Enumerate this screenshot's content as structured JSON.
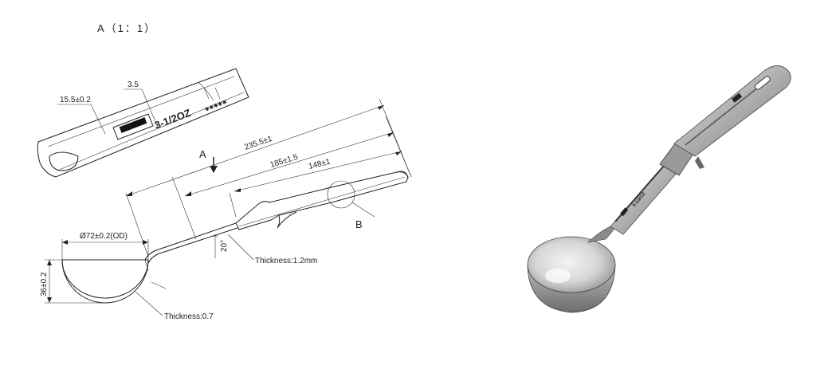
{
  "drawing": {
    "view_label": "A（1：1）",
    "section_label": "A",
    "detail_label": "B",
    "dimensions": {
      "handle_width": "15.5±0.2",
      "stamp_offset": "3.5",
      "overall_length": "235.5±1",
      "length_2": "185±1.5",
      "length_3": "148±1",
      "angle": "20°",
      "bowl_diameter": "Ø72±0.2(OD)",
      "bowl_depth": "36±0.2"
    },
    "notes": {
      "handle_thickness": "Thickness:1.2mm",
      "bowl_thickness": "Thickness:0.7"
    },
    "engraving": {
      "size_mark": "3-1/2OZ",
      "brand_mark": "[logo]",
      "star_mark": "✱✱✱✱✱"
    }
  },
  "render": {
    "handle_stamp": "3-1/2OZ"
  }
}
